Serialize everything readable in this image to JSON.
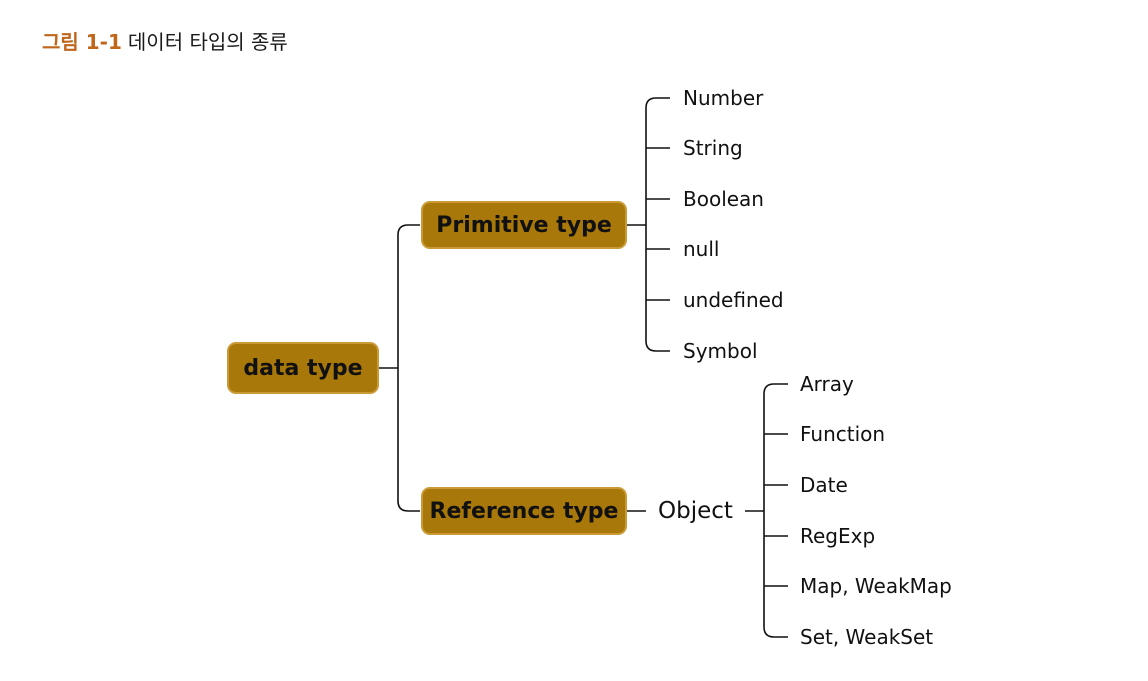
{
  "caption": {
    "number": "그림 1-1",
    "title": "데이터 타입의 종류"
  },
  "root": {
    "label": "data type"
  },
  "primitive": {
    "label": "Primitive type",
    "items": [
      "Number",
      "String",
      "Boolean",
      "null",
      "undefined",
      "Symbol"
    ]
  },
  "reference": {
    "label": "Reference type",
    "object_label": "Object",
    "items": [
      "Array",
      "Function",
      "Date",
      "RegExp",
      "Map, WeakMap",
      "Set, WeakSet"
    ]
  },
  "colors": {
    "node_fill": "#a8780a",
    "node_border": "#c99a35",
    "caption_accent": "#c0661a",
    "line": "#111111"
  }
}
